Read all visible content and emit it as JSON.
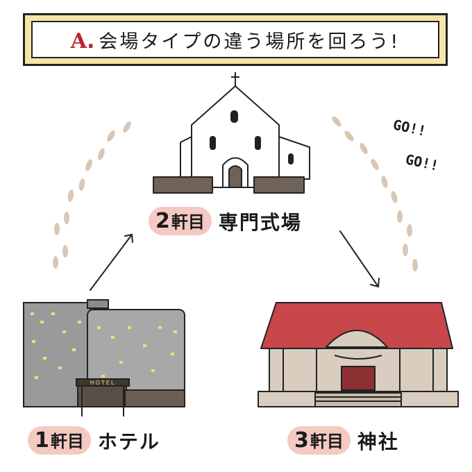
{
  "banner": {
    "letter": "A",
    "title": "会場タイプの違う場所を回ろう!"
  },
  "venues": {
    "hotel": {
      "num": "1",
      "unit": "軒目",
      "name": "ホテル"
    },
    "hall": {
      "num": "2",
      "unit": "軒目",
      "name": "専門式場"
    },
    "shrine": {
      "num": "3",
      "unit": "軒目",
      "name": "神社"
    }
  },
  "hotel_sign": "HOTEL",
  "go_labels": [
    "GO!!",
    "GO!!"
  ],
  "colors": {
    "banner_fill": "#f3e6a7",
    "letter_red": "#b8262e",
    "pill_pink": "#f4c9c2",
    "footprint": "#d9c7b5",
    "roof_red": "#c7474b",
    "building_grey": "#9a9a9a",
    "window_yellow": "#f2dc7a"
  }
}
